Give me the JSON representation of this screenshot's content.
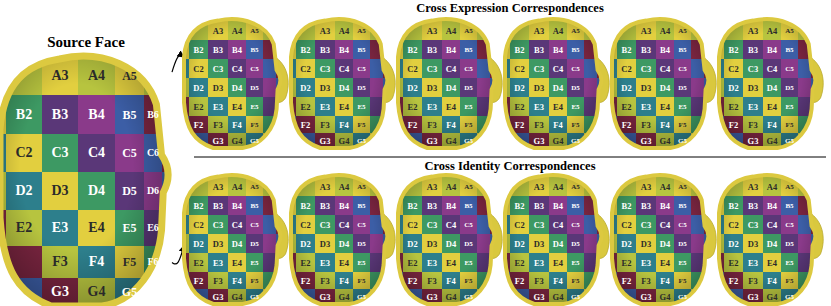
{
  "diagram": {
    "nodes": [
      {
        "text": [
          "Source Face",
          "A3",
          "A4",
          "A5",
          "B2",
          "B3",
          "B4",
          "B5",
          "B6",
          "C2",
          "C3",
          "C4",
          "C5",
          "C6",
          "D2",
          "D3",
          "D4",
          "D5",
          "D6",
          "E2",
          "E3",
          "E4",
          "E5",
          "E6",
          "F3",
          "F4",
          "F5",
          "F6",
          "G3",
          "G4",
          "G5"
        ]
      },
      {
        "text": [
          "A3",
          "A4",
          "A5",
          "B2",
          "B3",
          "B4",
          "B5",
          "C2",
          "C3",
          "C4",
          "C5",
          "D2",
          "D3",
          "D4",
          "D5",
          "E2",
          "E3",
          "E4",
          "E5",
          "F2",
          "F3",
          "F4",
          "F5",
          "G3",
          "G4",
          "G5"
        ]
      },
      {
        "text": [
          "A3",
          "A4",
          "A5",
          "B2",
          "B3",
          "B4",
          "B5",
          "C2",
          "C3",
          "C4",
          "C5",
          "D2",
          "D3",
          "D4",
          "D5",
          "E2",
          "E3",
          "E4",
          "E5",
          "F2",
          "F3",
          "F4",
          "F5",
          "G3",
          "G4",
          "G5"
        ]
      },
      {
        "text": [
          "A3",
          "A4",
          "A5",
          "B2",
          "B3",
          "B4",
          "B5",
          "C2",
          "C3",
          "C4",
          "C5",
          "D2",
          "D3",
          "D4",
          "D5",
          "E2",
          "E3",
          "E4",
          "E5",
          "F2",
          "F3",
          "F4",
          "F5",
          "G3",
          "G4",
          "G5"
        ]
      },
      {
        "text": [
          "A3",
          "A4",
          "A5",
          "B2",
          "B3",
          "B4",
          "B5",
          "C2",
          "C3",
          "C4",
          "C5",
          "D2",
          "D3",
          "D4",
          "D5",
          "E2",
          "E3",
          "E4",
          "E5",
          "F2",
          "F3",
          "F4",
          "F5",
          "G3",
          "G4",
          "G5"
        ]
      },
      {
        "text": [
          "A3",
          "A4",
          "A5",
          "B2",
          "B3",
          "B4",
          "B5",
          "C2",
          "C3",
          "C4",
          "C5",
          "D2",
          "D3",
          "D4",
          "D5",
          "E2",
          "E3",
          "E4",
          "E5",
          "F2",
          "F3",
          "F4",
          "F5",
          "G3",
          "G4",
          "G5"
        ]
      },
      {
        "text": [
          "A3",
          "A4",
          "A5",
          "B2",
          "B3",
          "B4",
          "B5",
          "C2",
          "C3",
          "C4",
          "C5",
          "D2",
          "D3",
          "D4",
          "D5",
          "E2",
          "E3",
          "E4",
          "E5",
          "F2",
          "F3",
          "F4",
          "F5",
          "G3",
          "G4",
          "G5"
        ]
      },
      {
        "text": [
          "A3",
          "A4",
          "A5",
          "B2",
          "B3",
          "B4",
          "B5",
          "C2",
          "C3",
          "C4",
          "C5",
          "D2",
          "D3",
          "D4",
          "D5",
          "E2",
          "E3",
          "E4",
          "E5",
          "F2",
          "F3",
          "F4",
          "F5",
          "G3",
          "G4",
          "G5"
        ]
      },
      {
        "text": [
          "A3",
          "A4",
          "A5",
          "B2",
          "B3",
          "B4",
          "B5",
          "C2",
          "C3",
          "C4",
          "C5",
          "D2",
          "D3",
          "D4",
          "D5",
          "E2",
          "E3",
          "E4",
          "E5",
          "F2",
          "F3",
          "F4",
          "F5",
          "G3",
          "G4",
          "G5"
        ]
      },
      {
        "text": [
          "A3",
          "A4",
          "A5",
          "B2",
          "B3",
          "B4",
          "B5",
          "C2",
          "C3",
          "C4",
          "C5",
          "D2",
          "D3",
          "D4",
          "D5",
          "E2",
          "E3",
          "E4",
          "E5",
          "F2",
          "F3",
          "F4",
          "F5",
          "G3",
          "G4",
          "G5"
        ]
      },
      {
        "text": [
          "A3",
          "A4",
          "A5",
          "B2",
          "B3",
          "B4",
          "B5",
          "C2",
          "C3",
          "C4",
          "C5",
          "D2",
          "D3",
          "D4",
          "D5",
          "E2",
          "E3",
          "E4",
          "E5",
          "F2",
          "F3",
          "F4",
          "F5",
          "G3",
          "G4",
          "G5"
        ]
      },
      {
        "text": [
          "A3",
          "A4",
          "A5",
          "B2",
          "B3",
          "B4",
          "B5",
          "C2",
          "C3",
          "C4",
          "C5",
          "D2",
          "D3",
          "D4",
          "D5",
          "E2",
          "E3",
          "E4",
          "E5",
          "F2",
          "F3",
          "F4",
          "F5",
          "G3",
          "G4",
          "G5"
        ]
      },
      {
        "text": [
          "A3",
          "A4",
          "A5",
          "B2",
          "B3",
          "B4",
          "B5",
          "C2",
          "C3",
          "C4",
          "C5",
          "D2",
          "D3",
          "D4",
          "D5",
          "E2",
          "E3",
          "E4",
          "E5",
          "F2",
          "F3",
          "F4",
          "F5",
          "G3",
          "G4",
          "G5"
        ]
      }
    ],
    "edges": [
      {
        "from": 0,
        "to": 1,
        "arrow": "to"
      },
      {
        "from": 0,
        "to": 7,
        "arrow": "to"
      }
    ],
    "labels": [
      "Cross Expression Correspondences",
      "Cross Identity Correspondences"
    ]
  }
}
